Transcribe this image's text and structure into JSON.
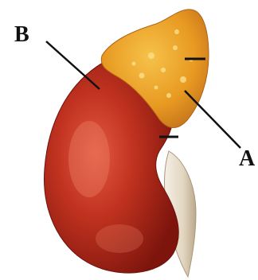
{
  "labels": {
    "b": "B",
    "a": "A"
  },
  "structures": {
    "kidney": {
      "icon": "kidney-illustration",
      "color": "#b3271c"
    },
    "adrenal_gland": {
      "icon": "adrenal-gland-illustration",
      "color": "#e89a22"
    },
    "ureter": {
      "icon": "ureter-illustration",
      "color": "#e8dcc8"
    }
  }
}
